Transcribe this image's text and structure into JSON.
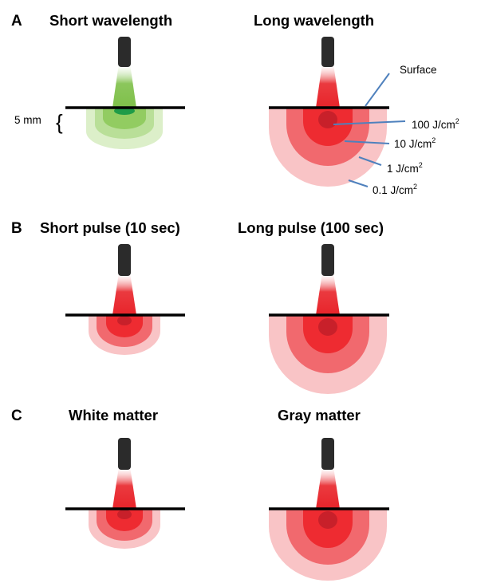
{
  "colors": {
    "probe_body": "#2b2b2b",
    "surface_line": "#000000",
    "pointer_line": "#4f81bd",
    "green_beam": "#7fc04a",
    "green_core": "#1f9c48",
    "green_shades": [
      "#dcefc9",
      "#b9df98",
      "#92cc61"
    ],
    "red_beam": "#e8242a",
    "red_core": "#c8202a",
    "red_shades": [
      "#f9c4c6",
      "#f1696e",
      "#ee2b31"
    ]
  },
  "panels": [
    {
      "letter": "A",
      "left_title": "Short wavelength",
      "right_title": "Long wavelength"
    },
    {
      "letter": "B",
      "left_title": "Short pulse (10 sec)",
      "right_title": "Long pulse (100 sec)"
    },
    {
      "letter": "C",
      "left_title": "White matter",
      "right_title": "Gray matter"
    }
  ],
  "annotations": {
    "depth_label": "5 mm",
    "depth_brace": "{",
    "surface_label": "Surface",
    "fluence_labels": [
      {
        "value": "100 J/cm",
        "sup": "2"
      },
      {
        "value": "10 J/cm",
        "sup": "2"
      },
      {
        "value": "1 J/cm",
        "sup": "2"
      },
      {
        "value": "0.1 J/cm",
        "sup": "2"
      }
    ]
  }
}
